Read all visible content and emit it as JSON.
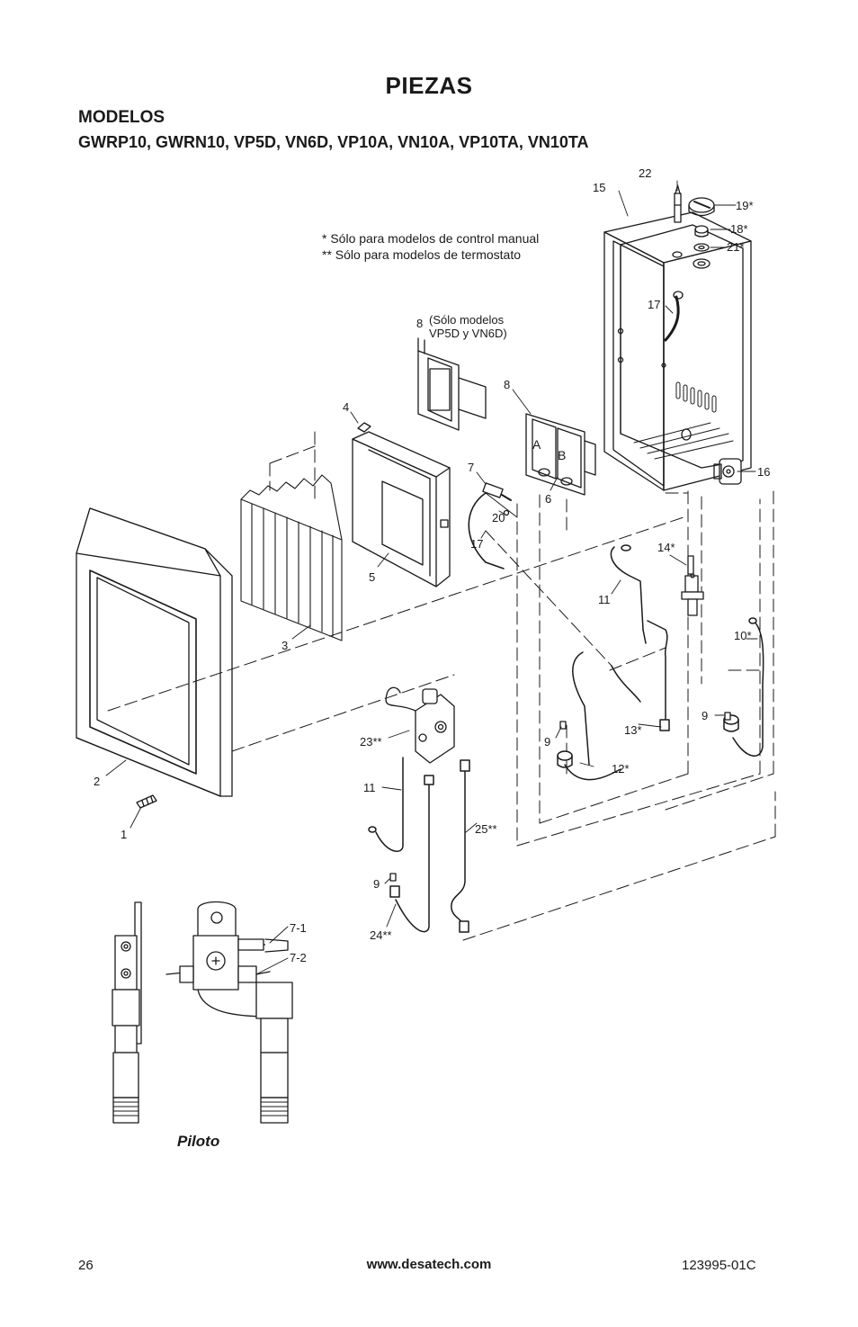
{
  "title": "PIEZAS",
  "models_label": "MODELOS",
  "models_list": "GWRP10, GWRN10, VP5D, VN6D, VP10A, VN10A, VP10TA, VN10TA",
  "footnotes": {
    "manual": "* Sólo para modelos de control manual",
    "thermostat": "** Sólo para modelos de termostato"
  },
  "note_8": {
    "line1": "(Sólo modelos",
    "line2": "VP5D y VN6D)"
  },
  "callouts": {
    "c1": "1",
    "c2": "2",
    "c3": "3",
    "c4": "4",
    "c5": "5",
    "c6": "6",
    "c7": "7",
    "c8a": "8",
    "c8b": "8",
    "c9a": "9",
    "c9b": "9",
    "c9c": "9",
    "c10": "10*",
    "c11a": "11",
    "c11b": "11",
    "c12": "12*",
    "c13": "13*",
    "c14": "14*",
    "c15": "15",
    "c16": "16",
    "c17a": "17",
    "c17b": "17",
    "c18": "18*",
    "c19": "19*",
    "c20": "20",
    "c21": "21*",
    "c22": "22",
    "c23": "23**",
    "c24": "24**",
    "c25": "25**",
    "c71": "7-1",
    "c72": "7-2"
  },
  "burner_labels": {
    "a": "A",
    "b": "B"
  },
  "pilot_caption": "Piloto",
  "footer": {
    "page_number": "26",
    "website": "www.desatech.com",
    "doc_code": "123995-01C"
  }
}
